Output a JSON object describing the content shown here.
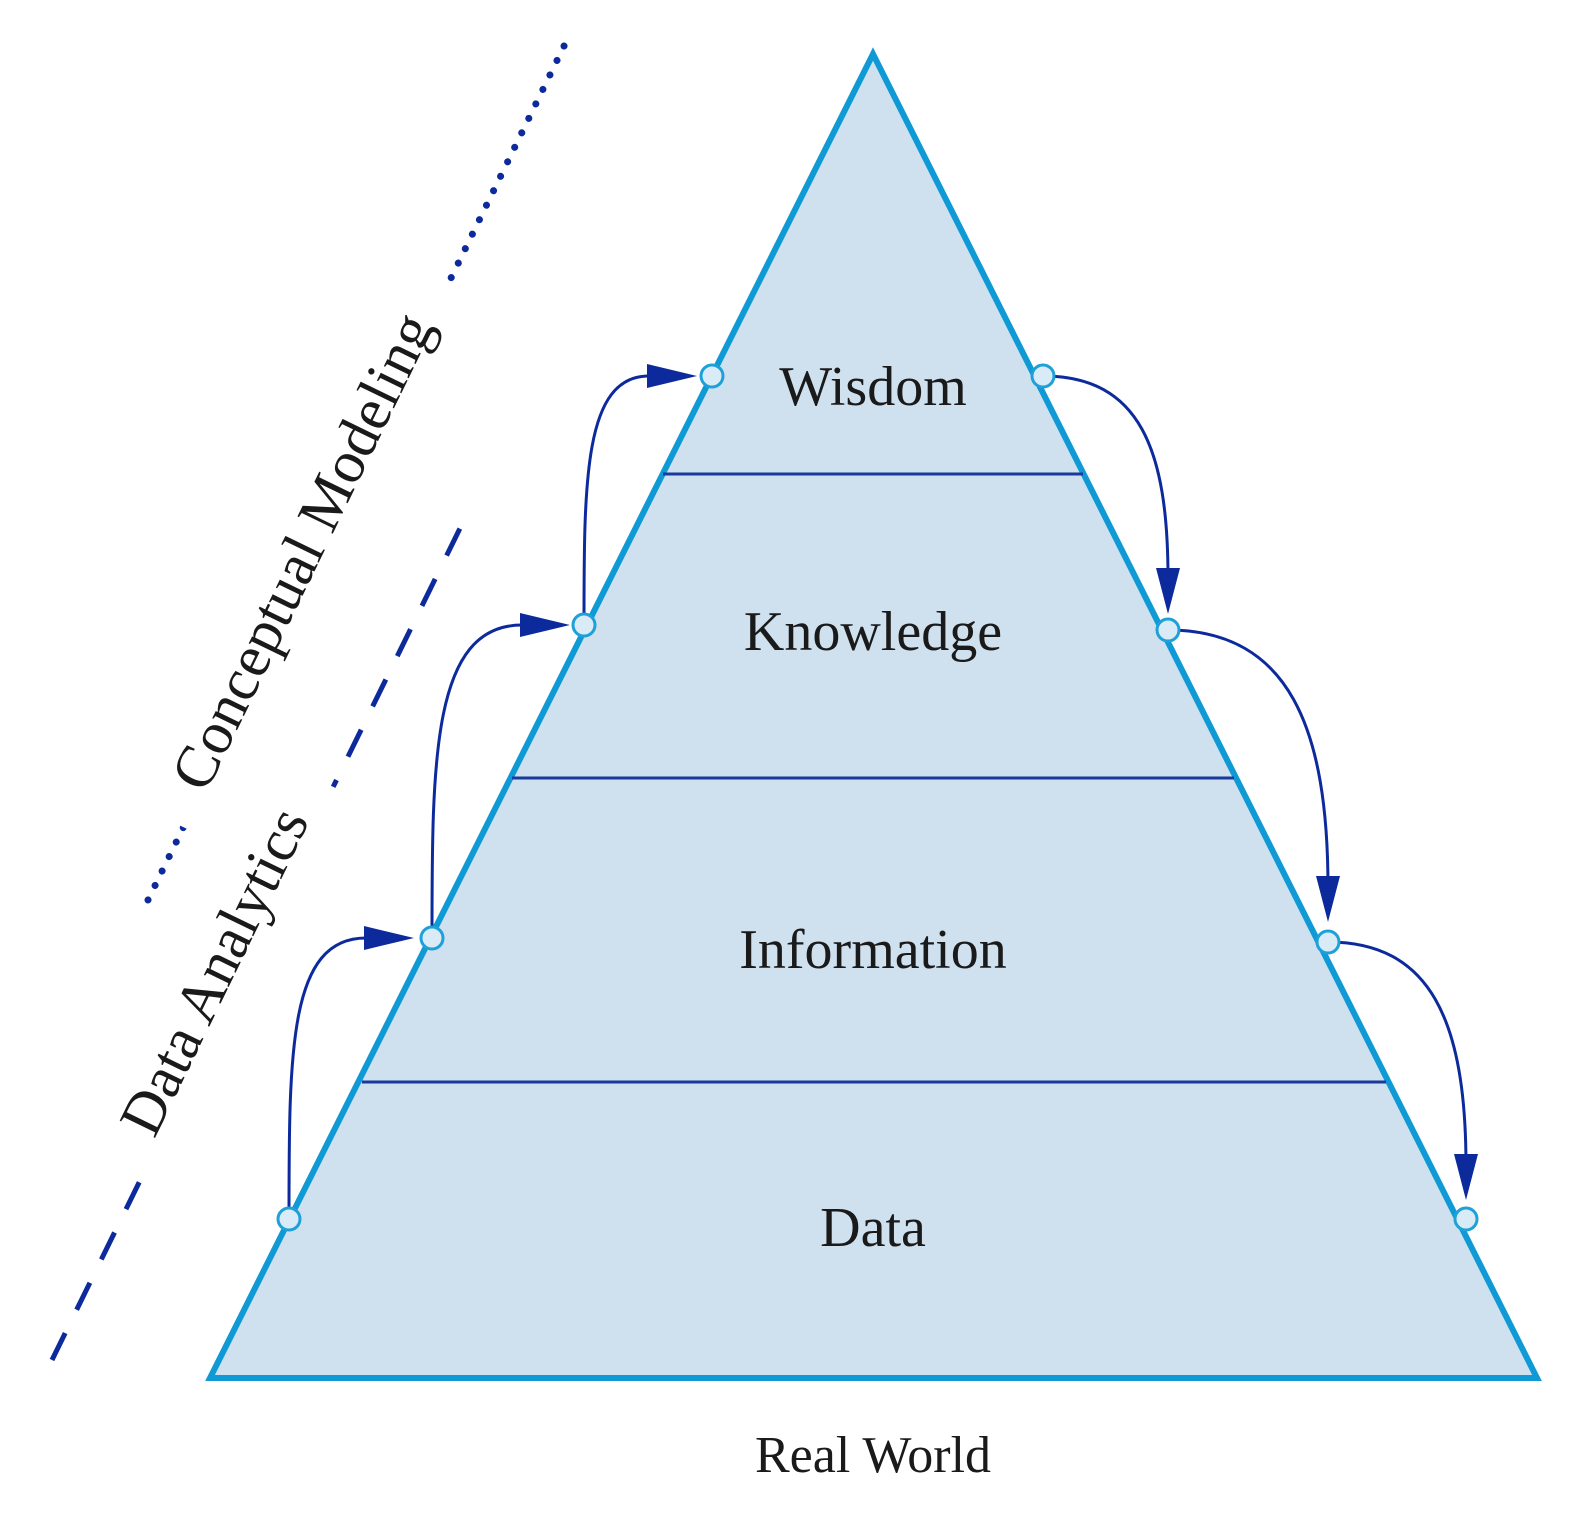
{
  "levels": [
    {
      "name": "Wisdom"
    },
    {
      "name": "Knowledge"
    },
    {
      "name": "Information"
    },
    {
      "name": "Data"
    }
  ],
  "side_labels": {
    "conceptual": "Conceptual Modeling",
    "analytics": "Data Analytics"
  },
  "base_label": "Real World",
  "colors": {
    "pyramid_fill": "#cfe0ef",
    "pyramid_stroke": "#0f9ad6",
    "arrow": "#0d2a9c",
    "divider": "#1a3a9c",
    "node_fill": "#d8ebf7",
    "node_stroke": "#1ea0d8"
  }
}
